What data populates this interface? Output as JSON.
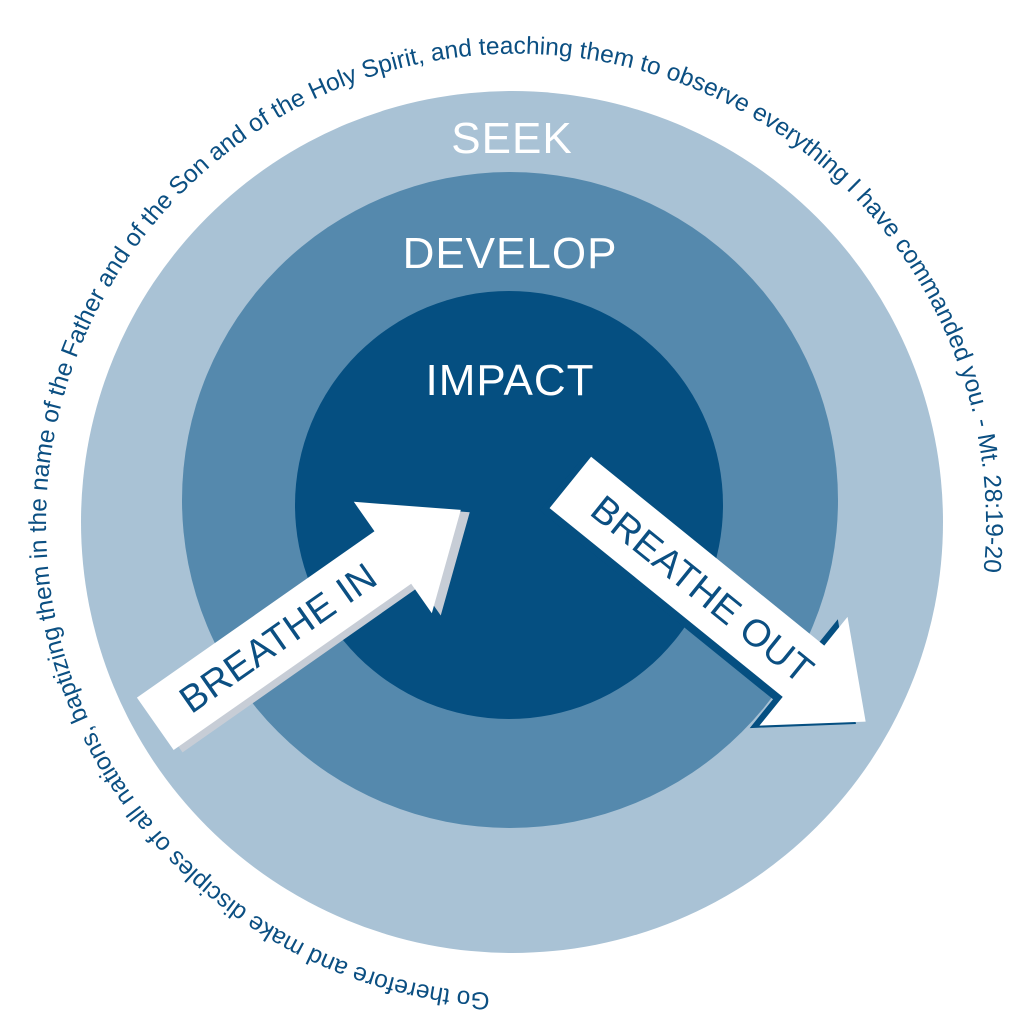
{
  "rings": {
    "outer_label": "SEEK",
    "middle_label": "DEVELOP",
    "inner_label": "IMPACT"
  },
  "arrows": {
    "in_label": "BREATHE IN",
    "out_label": "BREATHE OUT"
  },
  "scripture": {
    "text": "Go therefore and make disciples of all nations, baptizing them in the name of the Father and of the Son and of the Holy Spirit, and teaching them to observe everything I have commanded you. - Mt. 28:19-20"
  },
  "colors": {
    "outer_ring": "#a9c2d5",
    "middle_ring": "#5589ad",
    "inner_circle": "#054f81",
    "text_blue": "#0b4f82",
    "arrow_fill": "#ffffff",
    "arrow_shadow": "#c7cdd6"
  }
}
